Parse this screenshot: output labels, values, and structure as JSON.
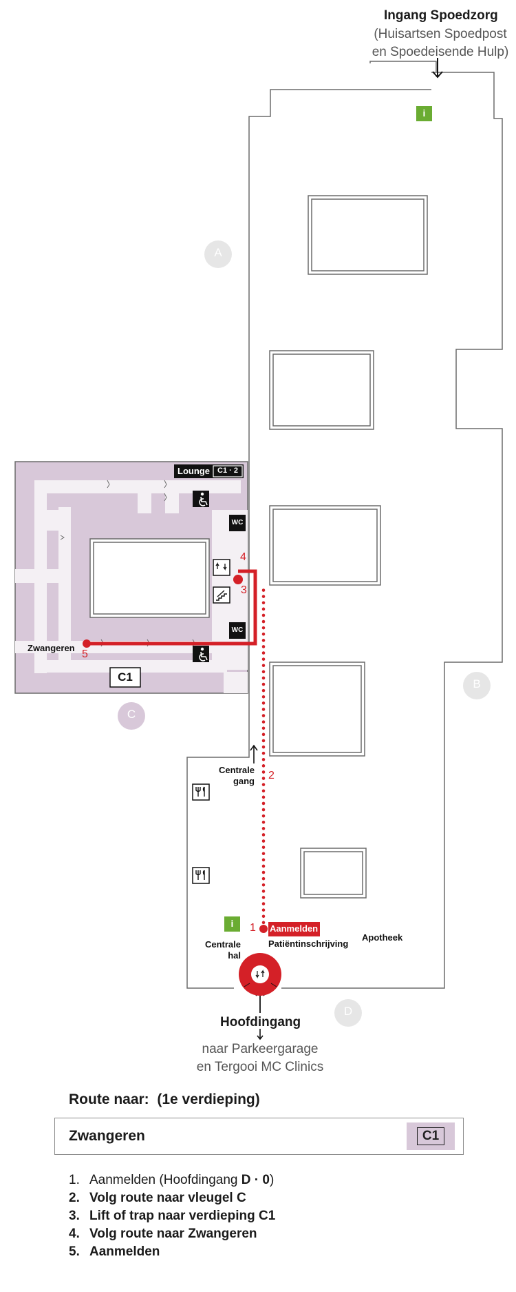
{
  "entrance_top": {
    "title": "Ingang Spoedzorg",
    "subtitle_line1": "(Huisartsen Spoedpost",
    "subtitle_line2": "en Spoedeisende Hulp)"
  },
  "wings": {
    "a": "A",
    "b": "B",
    "c": "C",
    "d": "D"
  },
  "labels": {
    "lounge": "Lounge",
    "lounge_code": "C1 · 2",
    "c1_code": "C1",
    "wc": "WC",
    "zwangeren": "Zwangeren",
    "centrale_gang_1": "Centrale",
    "centrale_gang_2": "gang",
    "centrale_hal_1": "Centrale",
    "centrale_hal_2": "hal",
    "aanmelden": "Aanmelden",
    "patientinschrijving": "Patiëntinschrijving",
    "apotheek": "Apotheek",
    "info": "i"
  },
  "route_markers": [
    "1",
    "2",
    "3",
    "4",
    "5"
  ],
  "main_entrance": {
    "title": "Hoofdingang",
    "sub_line1": "naar Parkeergarage",
    "sub_line2": "en Tergooi MC Clinics"
  },
  "route": {
    "heading_prefix": "Route naar:",
    "heading_floor": "(1e verdieping)",
    "destination": "Zwangeren",
    "destination_code": "C1",
    "steps": [
      {
        "num": "1.",
        "text": "Aanmelden (Hoofdingang ",
        "code": "D · 0",
        "suffix": ")"
      },
      {
        "num": "2.",
        "text": "Volg route naar vleugel C"
      },
      {
        "num": "3.",
        "text": "Lift of trap naar verdieping C1"
      },
      {
        "num": "4.",
        "text": "Volg route naar Zwangeren"
      },
      {
        "num": "5.",
        "text": "Aanmelden"
      }
    ]
  },
  "colors": {
    "route_red": "#d42027",
    "wing_c_fill": "#d8c8d9",
    "wing_c_corridor": "#f4f0f4",
    "info_green": "#6aac32",
    "wing_badge_grey": "#e6e6e6",
    "wing_badge_c": "#d8c8d9"
  },
  "icons": [
    "info-icon",
    "accessible-toilet-icon",
    "wc-icon",
    "elevator-icon",
    "stairs-icon",
    "restaurant-icon",
    "main-entrance-icon",
    "arrow-down-icon",
    "arrow-up-icon"
  ]
}
